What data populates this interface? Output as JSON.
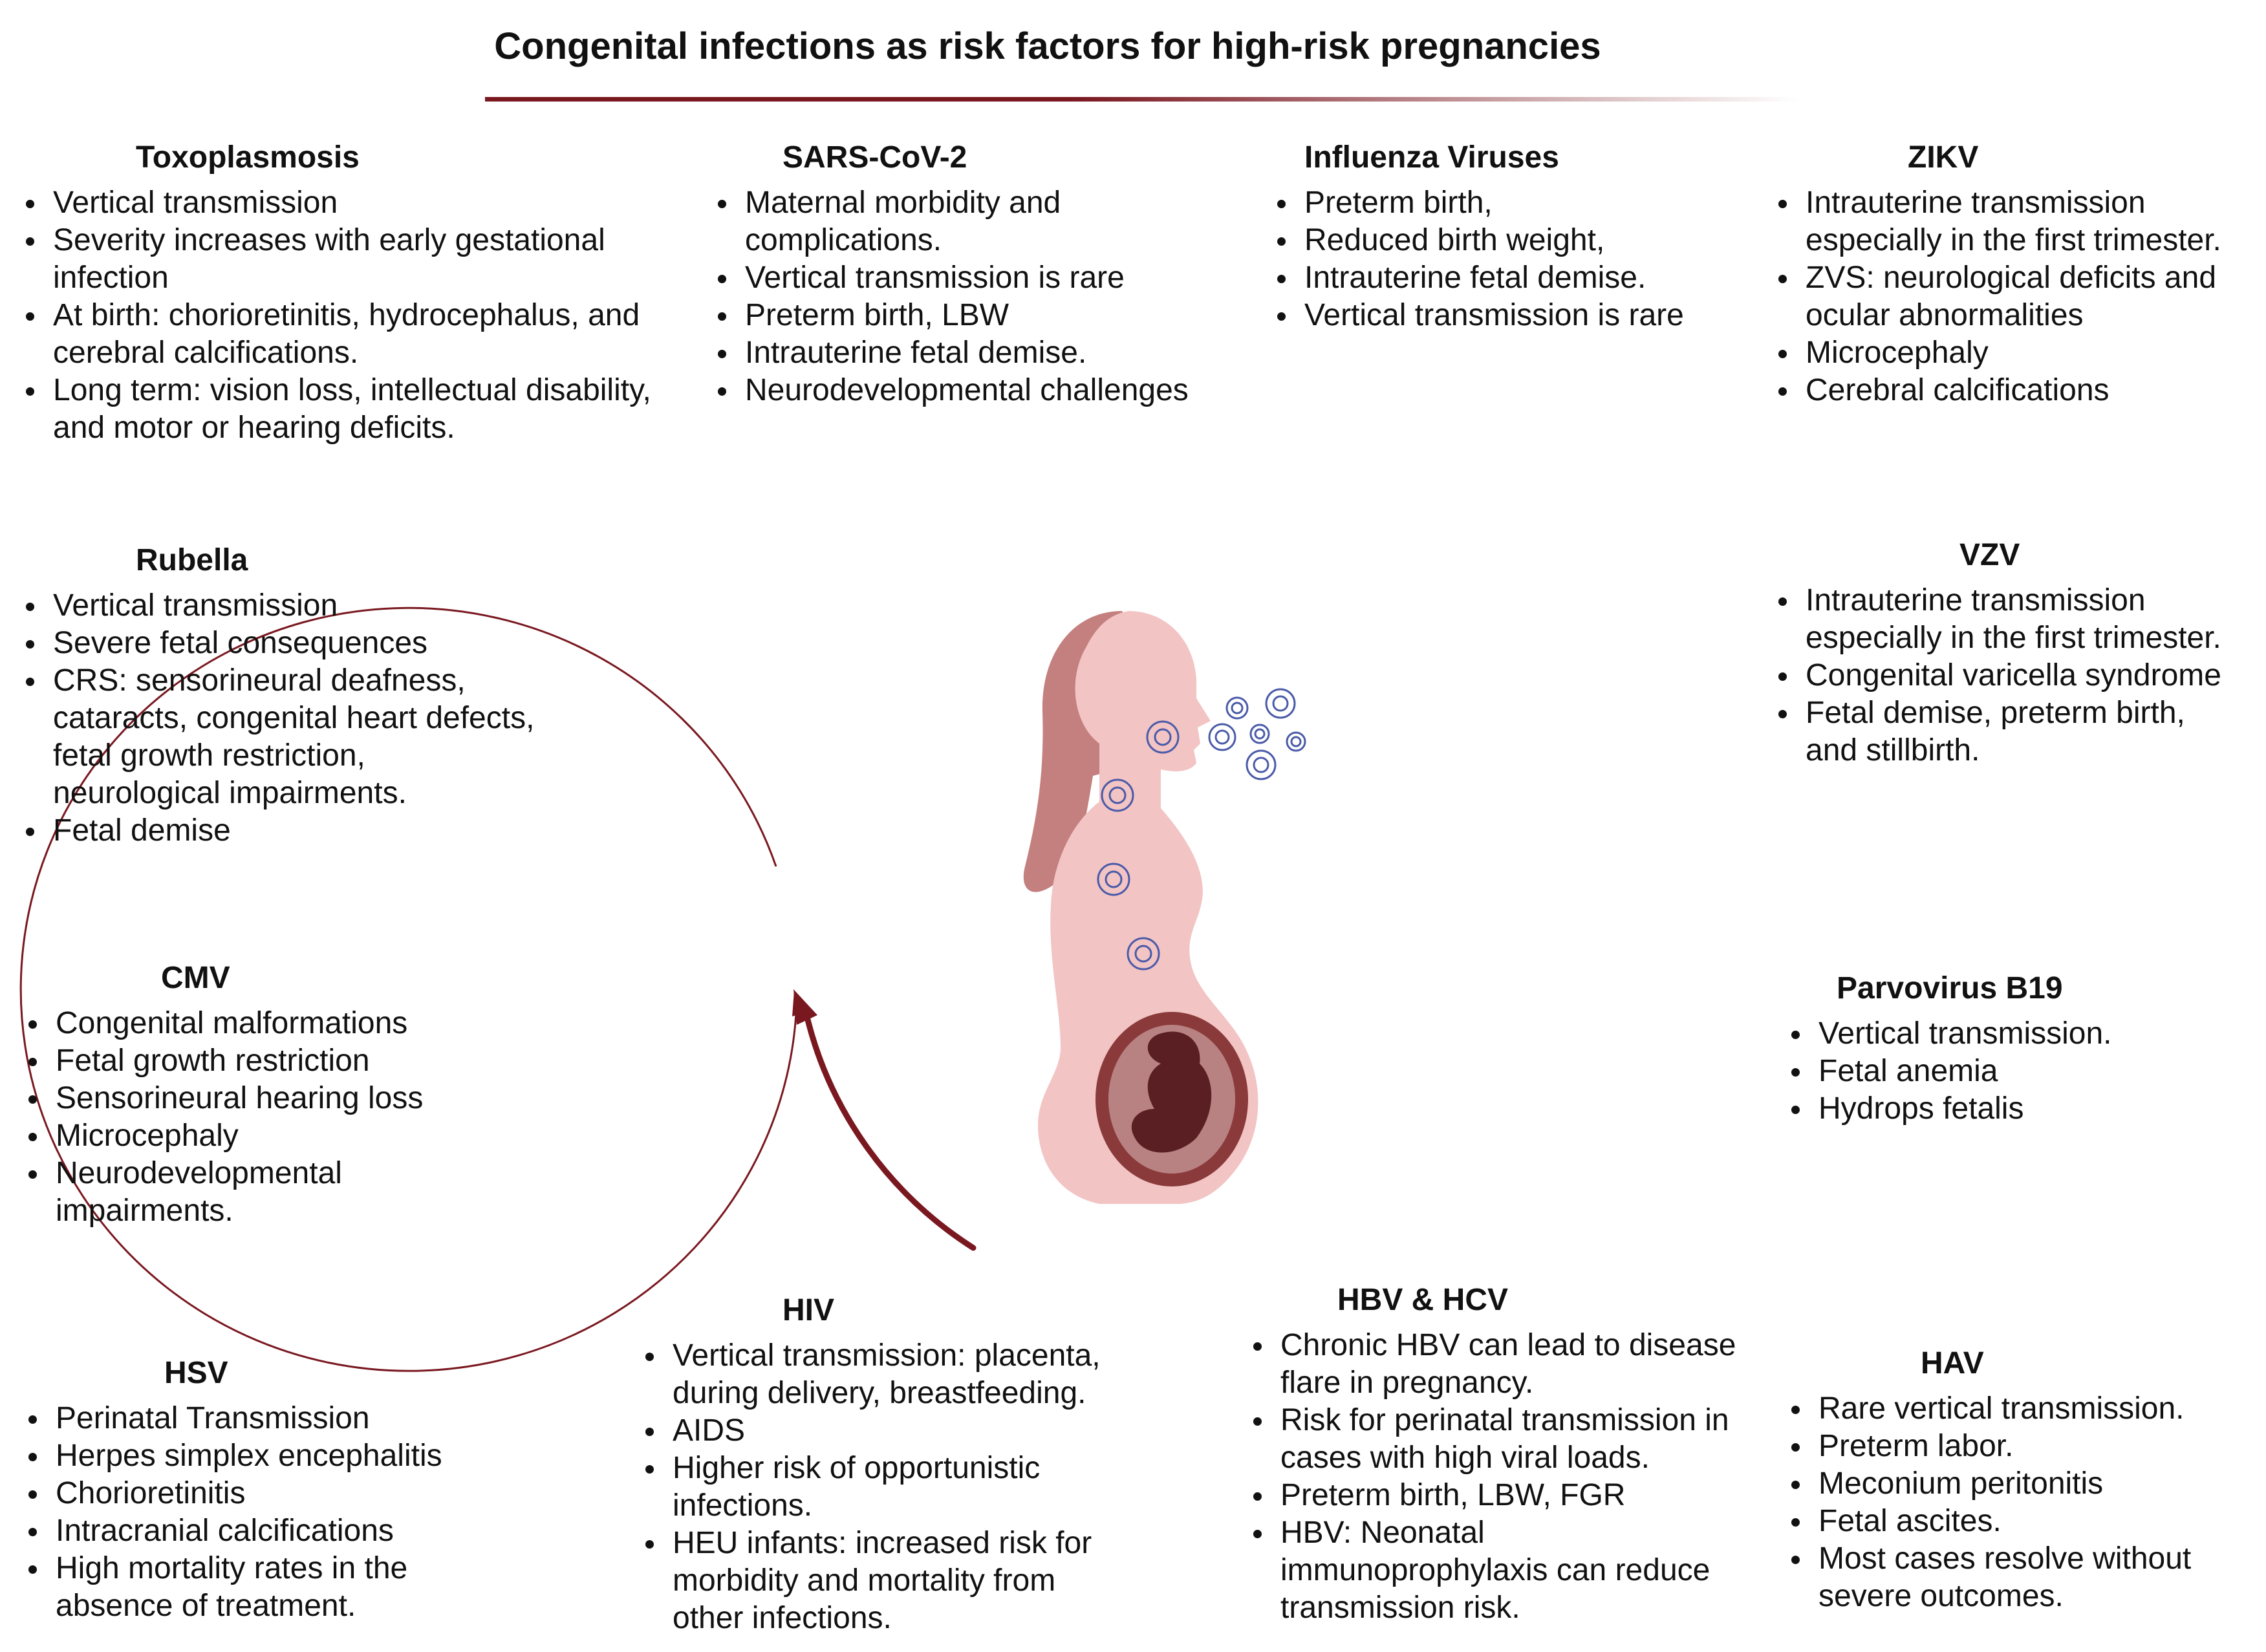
{
  "title": "Congenital infections as risk factors for high-risk pregnancies",
  "colors": {
    "accent": "#7a1820",
    "skin": "#f2c4c4",
    "hair": "#c47f7f",
    "virus": "#4a5aa8"
  },
  "sections": {
    "toxoplasmosis": {
      "heading": "Toxoplasmosis",
      "items": [
        "Vertical transmission",
        "Severity increases with early gestational infection",
        "At birth: chorioretinitis, hydrocephalus, and cerebral calcifications.",
        "Long term:  vision loss, intellectual disability, and motor or hearing deficits."
      ]
    },
    "sars": {
      "heading": "SARS-CoV-2",
      "items": [
        "Maternal morbidity and complications.",
        "Vertical transmission is rare",
        "Preterm birth, LBW",
        "Intrauterine fetal demise.",
        "Neurodevelopmental challenges"
      ]
    },
    "influenza": {
      "heading": "Influenza Viruses",
      "items": [
        "Preterm birth,",
        "Reduced birth weight,",
        "Intrauterine fetal demise.",
        "Vertical transmission is rare"
      ]
    },
    "zikv": {
      "heading": "ZIKV",
      "items": [
        "Intrauterine transmission especially in the first trimester.",
        "ZVS: neurological deficits and ocular abnormalities",
        "Microcephaly",
        "Cerebral calcifications"
      ]
    },
    "rubella": {
      "heading": "Rubella",
      "items": [
        "Vertical transmission",
        "Severe fetal consequences",
        "CRS:  sensorineural deafness, cataracts, congenital heart defects, fetal growth restriction, neurological impairments.",
        "Fetal demise"
      ]
    },
    "vzv": {
      "heading": "VZV",
      "items": [
        "Intrauterine transmission especially in the first trimester.",
        "Congenital varicella syndrome",
        "Fetal demise, preterm birth, and stillbirth."
      ]
    },
    "cmv": {
      "heading": "CMV",
      "items": [
        "Congenital malformations",
        "Fetal growth restriction",
        "Sensorineural hearing loss",
        "Microcephaly",
        "Neurodevelopmental impairments."
      ]
    },
    "parvo": {
      "heading": "Parvovirus  B19",
      "items": [
        "Vertical transmission.",
        "Fetal anemia",
        "Hydrops fetalis"
      ]
    },
    "hsv": {
      "heading": "HSV",
      "items": [
        "Perinatal Transmission",
        "Herpes simplex encephalitis",
        "Chorioretinitis",
        "Intracranial calcifications",
        "High mortality rates in the absence of treatment."
      ]
    },
    "hiv": {
      "heading": "HIV",
      "items": [
        "Vertical transmission: placenta, during delivery, breastfeeding.",
        "AIDS",
        "Higher risk of opportunistic infections.",
        "HEU infants:  increased risk for morbidity and mortality from other infections."
      ]
    },
    "hbv": {
      "heading": "HBV & HCV",
      "items": [
        "Chronic HBV can lead to disease flare in pregnancy.",
        "Risk for perinatal transmission in cases with high viral loads.",
        "Preterm birth, LBW, FGR",
        "HBV: Neonatal immunoprophylaxis can reduce transmission risk."
      ]
    },
    "hav": {
      "heading": "HAV",
      "items": [
        "Rare vertical transmission.",
        "Preterm labor.",
        "Meconium peritonitis",
        "Fetal ascites.",
        "Most cases resolve without severe outcomes."
      ]
    }
  }
}
